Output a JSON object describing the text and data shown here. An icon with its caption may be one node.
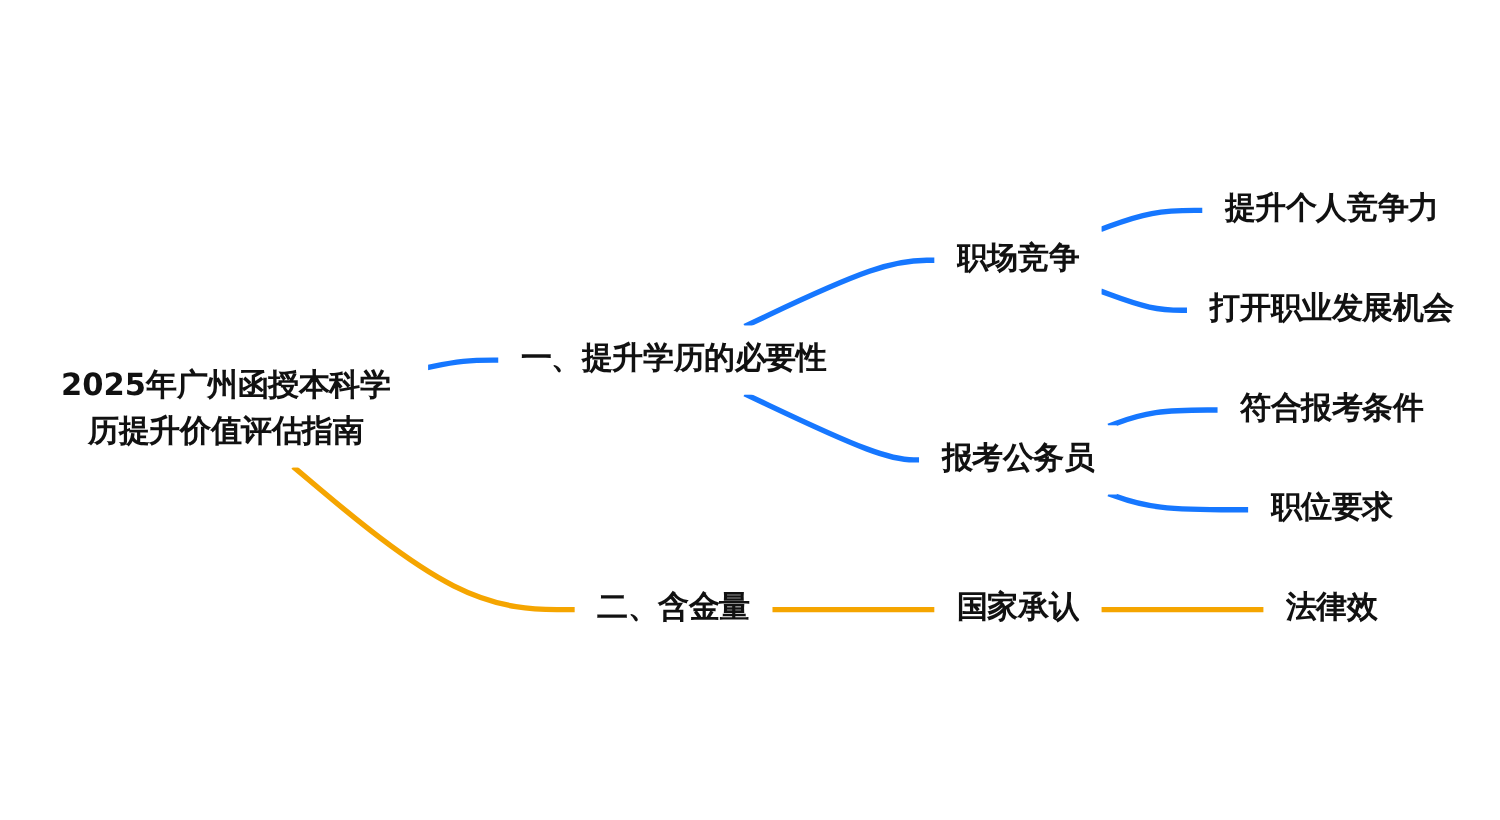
{
  "diagram": {
    "nodes": [
      {
        "text": [
          "2025年广州函授本科学历提升价值评估指南"
        ]
      },
      {
        "text": [
          "一、提升学历的必要性"
        ]
      },
      {
        "text": [
          "职场竞争"
        ]
      },
      {
        "text": [
          "提升个人竞争力"
        ]
      },
      {
        "text": [
          "打开职业发展机会"
        ]
      },
      {
        "text": [
          "报考公务员"
        ]
      },
      {
        "text": [
          "符合报考条件"
        ]
      },
      {
        "text": [
          "职位要求"
        ]
      },
      {
        "text": [
          "二、含金量"
        ]
      },
      {
        "text": [
          "国家承认"
        ]
      },
      {
        "text": [
          "法律效"
        ]
      }
    ],
    "edges": [
      {
        "from": 0,
        "to": 1,
        "arrow": "none"
      },
      {
        "from": 1,
        "to": 2,
        "arrow": "none"
      },
      {
        "from": 2,
        "to": 3,
        "arrow": "none"
      },
      {
        "from": 2,
        "to": 4,
        "arrow": "none"
      },
      {
        "from": 1,
        "to": 5,
        "arrow": "none"
      },
      {
        "from": 5,
        "to": 6,
        "arrow": "none"
      },
      {
        "from": 5,
        "to": 7,
        "arrow": "none"
      },
      {
        "from": 0,
        "to": 8,
        "arrow": "none",
        "color": "#f5a500"
      },
      {
        "from": 8,
        "to": 9,
        "arrow": "none",
        "color": "#f5a500"
      },
      {
        "from": 9,
        "to": 10,
        "arrow": "none",
        "color": "#f5a500"
      }
    ]
  }
}
